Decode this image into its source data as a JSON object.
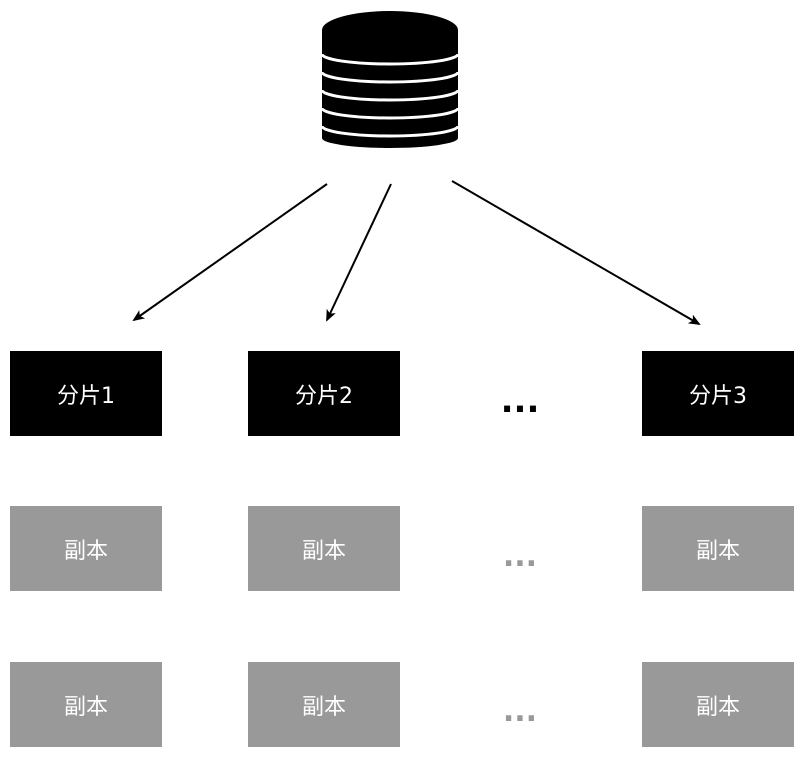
{
  "colors": {
    "shard_bg": "#000000",
    "replica_bg": "#999999",
    "box_text": "#ffffff",
    "ellipsis_shard": "#000000",
    "ellipsis_replica": "#999999",
    "database_icon": "#000000",
    "arrow": "#000000"
  },
  "icon": "database-icon",
  "shards": [
    {
      "label": "分片1"
    },
    {
      "label": "分片2"
    },
    {
      "label": "分片3"
    }
  ],
  "replica_rows": [
    [
      {
        "label": "副本"
      },
      {
        "label": "副本"
      },
      {
        "label": "副本"
      }
    ],
    [
      {
        "label": "副本"
      },
      {
        "label": "副本"
      },
      {
        "label": "副本"
      }
    ]
  ],
  "ellipsis": {
    "shard_row": "...",
    "replica_row_1": "...",
    "replica_row_2": "..."
  }
}
